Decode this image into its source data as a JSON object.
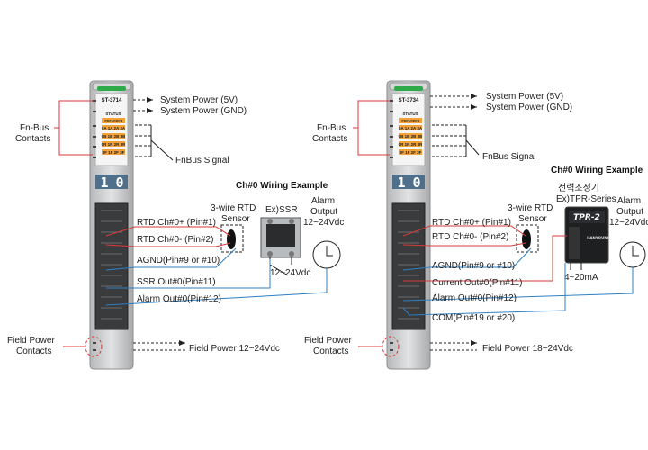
{
  "left": {
    "module_id": "ST-3714",
    "channel_digits": [
      "1",
      "0"
    ],
    "status_label": "STATUS",
    "led_rows": [
      "#0#1#2#3",
      "0A 1A 2A 3A",
      "0B 1B 2B 3B",
      "0R 1R 2R 3R",
      "0F 1F 2F 3F"
    ],
    "system_power_5v": "System Power (5V)",
    "system_power_gnd": "System Power (GND)",
    "fnbus_contacts": "Fn-Bus\nContacts",
    "fnbus_signal": "FnBus Signal",
    "wiring_title": "Ch#0 Wiring Example",
    "sensor_label": "3-wire RTD\nSensor",
    "ssr_label": "Ex)SSR",
    "alarm_label": "Alarm\nOutput\n12~24Vdc",
    "ssr_supply": "12~24Vdc",
    "wires": [
      "RTD Ch#0+ (Pin#1)",
      "RTD Ch#0- (Pin#2)",
      "AGND(Pin#9 or #10)",
      "SSR Out#0(Pin#11)",
      "Alarm Out#0(Pin#12)"
    ],
    "field_power_contacts": "Field Power\nContacts",
    "field_power": "Field Power 12~24Vdc"
  },
  "right": {
    "module_id": "ST-3734",
    "channel_digits": [
      "1",
      "0"
    ],
    "status_label": "STATUS",
    "led_rows": [
      "#0#1#2#3",
      "0A 1A 2A 3A",
      "0B 1B 2B 3B",
      "0R 1R 2R 3R",
      "0F 1F 2F 3F"
    ],
    "system_power_5v": "System Power (5V)",
    "system_power_gnd": "System Power (GND)",
    "fnbus_contacts": "Fn-Bus\nContacts",
    "fnbus_signal": "FnBus Signal",
    "wiring_title": "Ch#0 Wiring Example",
    "controller_label": "전력조정기\nEx)TPR-Series",
    "controller_face": "TPR-2",
    "controller_brand": "HANYOUNG",
    "sensor_label": "3-wire RTD\nSensor",
    "alarm_label": "Alarm\nOutput\n12~24Vdc",
    "current_range": "4~20mA",
    "wires": [
      "RTD Ch#0+ (Pin#1)",
      "RTD Ch#0- (Pin#2)",
      "AGND(Pin#9 or #10)",
      "Current Out#0(Pin#11)",
      "Alarm Out#0(Pin#12)",
      "COM(Pin#19 or #20)"
    ],
    "field_power_contacts": "Field Power\nContacts",
    "field_power": "Field Power 18~24Vdc"
  },
  "colors": {
    "wire_red": "#d83a3a",
    "wire_blue": "#2f7fc1",
    "led_orange": "#f3a23a",
    "status_green": "#2eaa4a",
    "module_grey": "#c9cacc"
  }
}
